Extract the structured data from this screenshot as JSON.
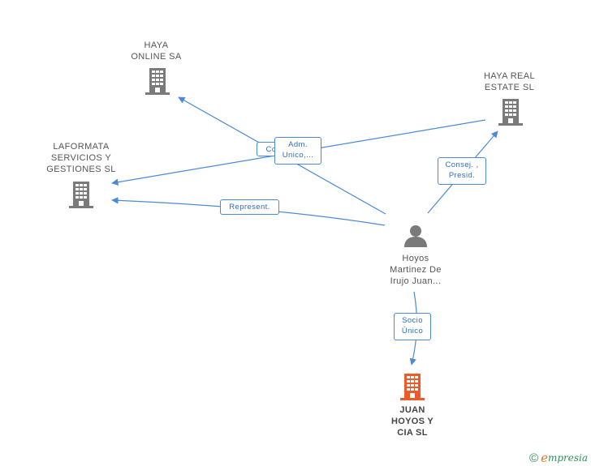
{
  "nodes": {
    "haya_online": {
      "label": "HAYA\nONLINE SA",
      "icon": "building-icon"
    },
    "haya_real_estate": {
      "label": "HAYA REAL\nESTATE  SL",
      "icon": "building-icon"
    },
    "laformata": {
      "label": "LAFORMATA\nSERVICIOS Y\nGESTIONES  SL",
      "icon": "building-icon"
    },
    "person": {
      "label": "Hoyos\nMartinez De\nIrujo Juan...",
      "icon": "person-icon"
    },
    "juan_hoyos": {
      "label": "JUAN\nHOYOS Y\nCIA SL",
      "icon": "building-icon"
    }
  },
  "edge_labels": {
    "consej_hidden": "Co",
    "adm_unico": "Adm.\nUnico,...",
    "consej_presid": "Consej. ,\nPresid.",
    "represent": "Represent.",
    "socio_unico": "Socio\nÚnico"
  },
  "colors": {
    "edge": "#4a8ad8",
    "building": "#7a7a7a",
    "building_highlight": "#ee5a2a",
    "person": "#7a7a7a"
  },
  "footer": {
    "copyright": "©",
    "brand_initial": "e",
    "brand_rest": "mpresia"
  }
}
